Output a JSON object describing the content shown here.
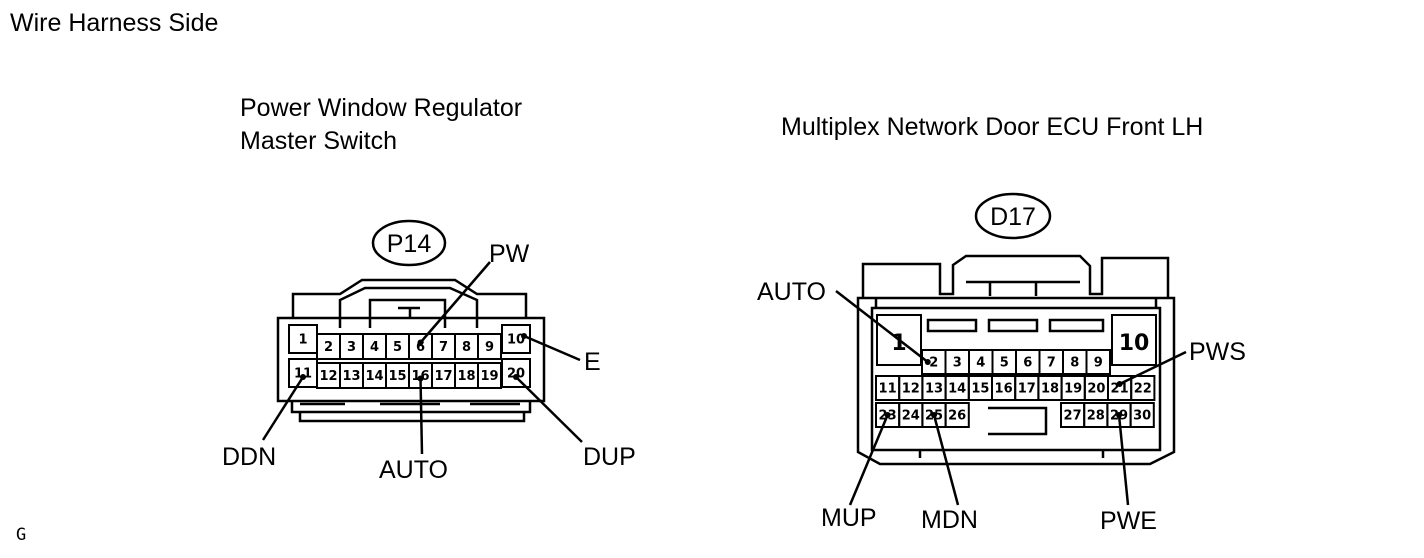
{
  "page_title": "Wire Harness Side",
  "footer_code": "G",
  "connectors": [
    {
      "id": "P14",
      "title_line1": "Power Window Regulator",
      "title_line2": "Master Switch",
      "pins_row1": [
        "1",
        "2",
        "3",
        "4",
        "5",
        "6",
        "7",
        "8",
        "9",
        "10"
      ],
      "pins_row2": [
        "11",
        "12",
        "13",
        "14",
        "15",
        "16",
        "17",
        "18",
        "19",
        "20"
      ],
      "signals": [
        {
          "name": "PW",
          "pin": "6"
        },
        {
          "name": "E",
          "pin": "10"
        },
        {
          "name": "DDN",
          "pin": "11"
        },
        {
          "name": "AUTO",
          "pin": "16"
        },
        {
          "name": "DUP",
          "pin": "20"
        }
      ]
    },
    {
      "id": "D17",
      "title": "Multiplex Network Door ECU Front LH",
      "pins_row1": [
        "1",
        "2",
        "3",
        "4",
        "5",
        "6",
        "7",
        "8",
        "9",
        "10"
      ],
      "pins_row2": [
        "11",
        "12",
        "13",
        "14",
        "15",
        "16",
        "17",
        "18",
        "19",
        "20",
        "21",
        "22"
      ],
      "pins_row3": [
        "23",
        "24",
        "25",
        "26",
        "27",
        "28",
        "29",
        "30"
      ],
      "signals": [
        {
          "name": "AUTO",
          "pin": "2"
        },
        {
          "name": "PWS",
          "pin": "21"
        },
        {
          "name": "MUP",
          "pin": "23"
        },
        {
          "name": "MDN",
          "pin": "25"
        },
        {
          "name": "PWE",
          "pin": "29"
        }
      ]
    }
  ]
}
